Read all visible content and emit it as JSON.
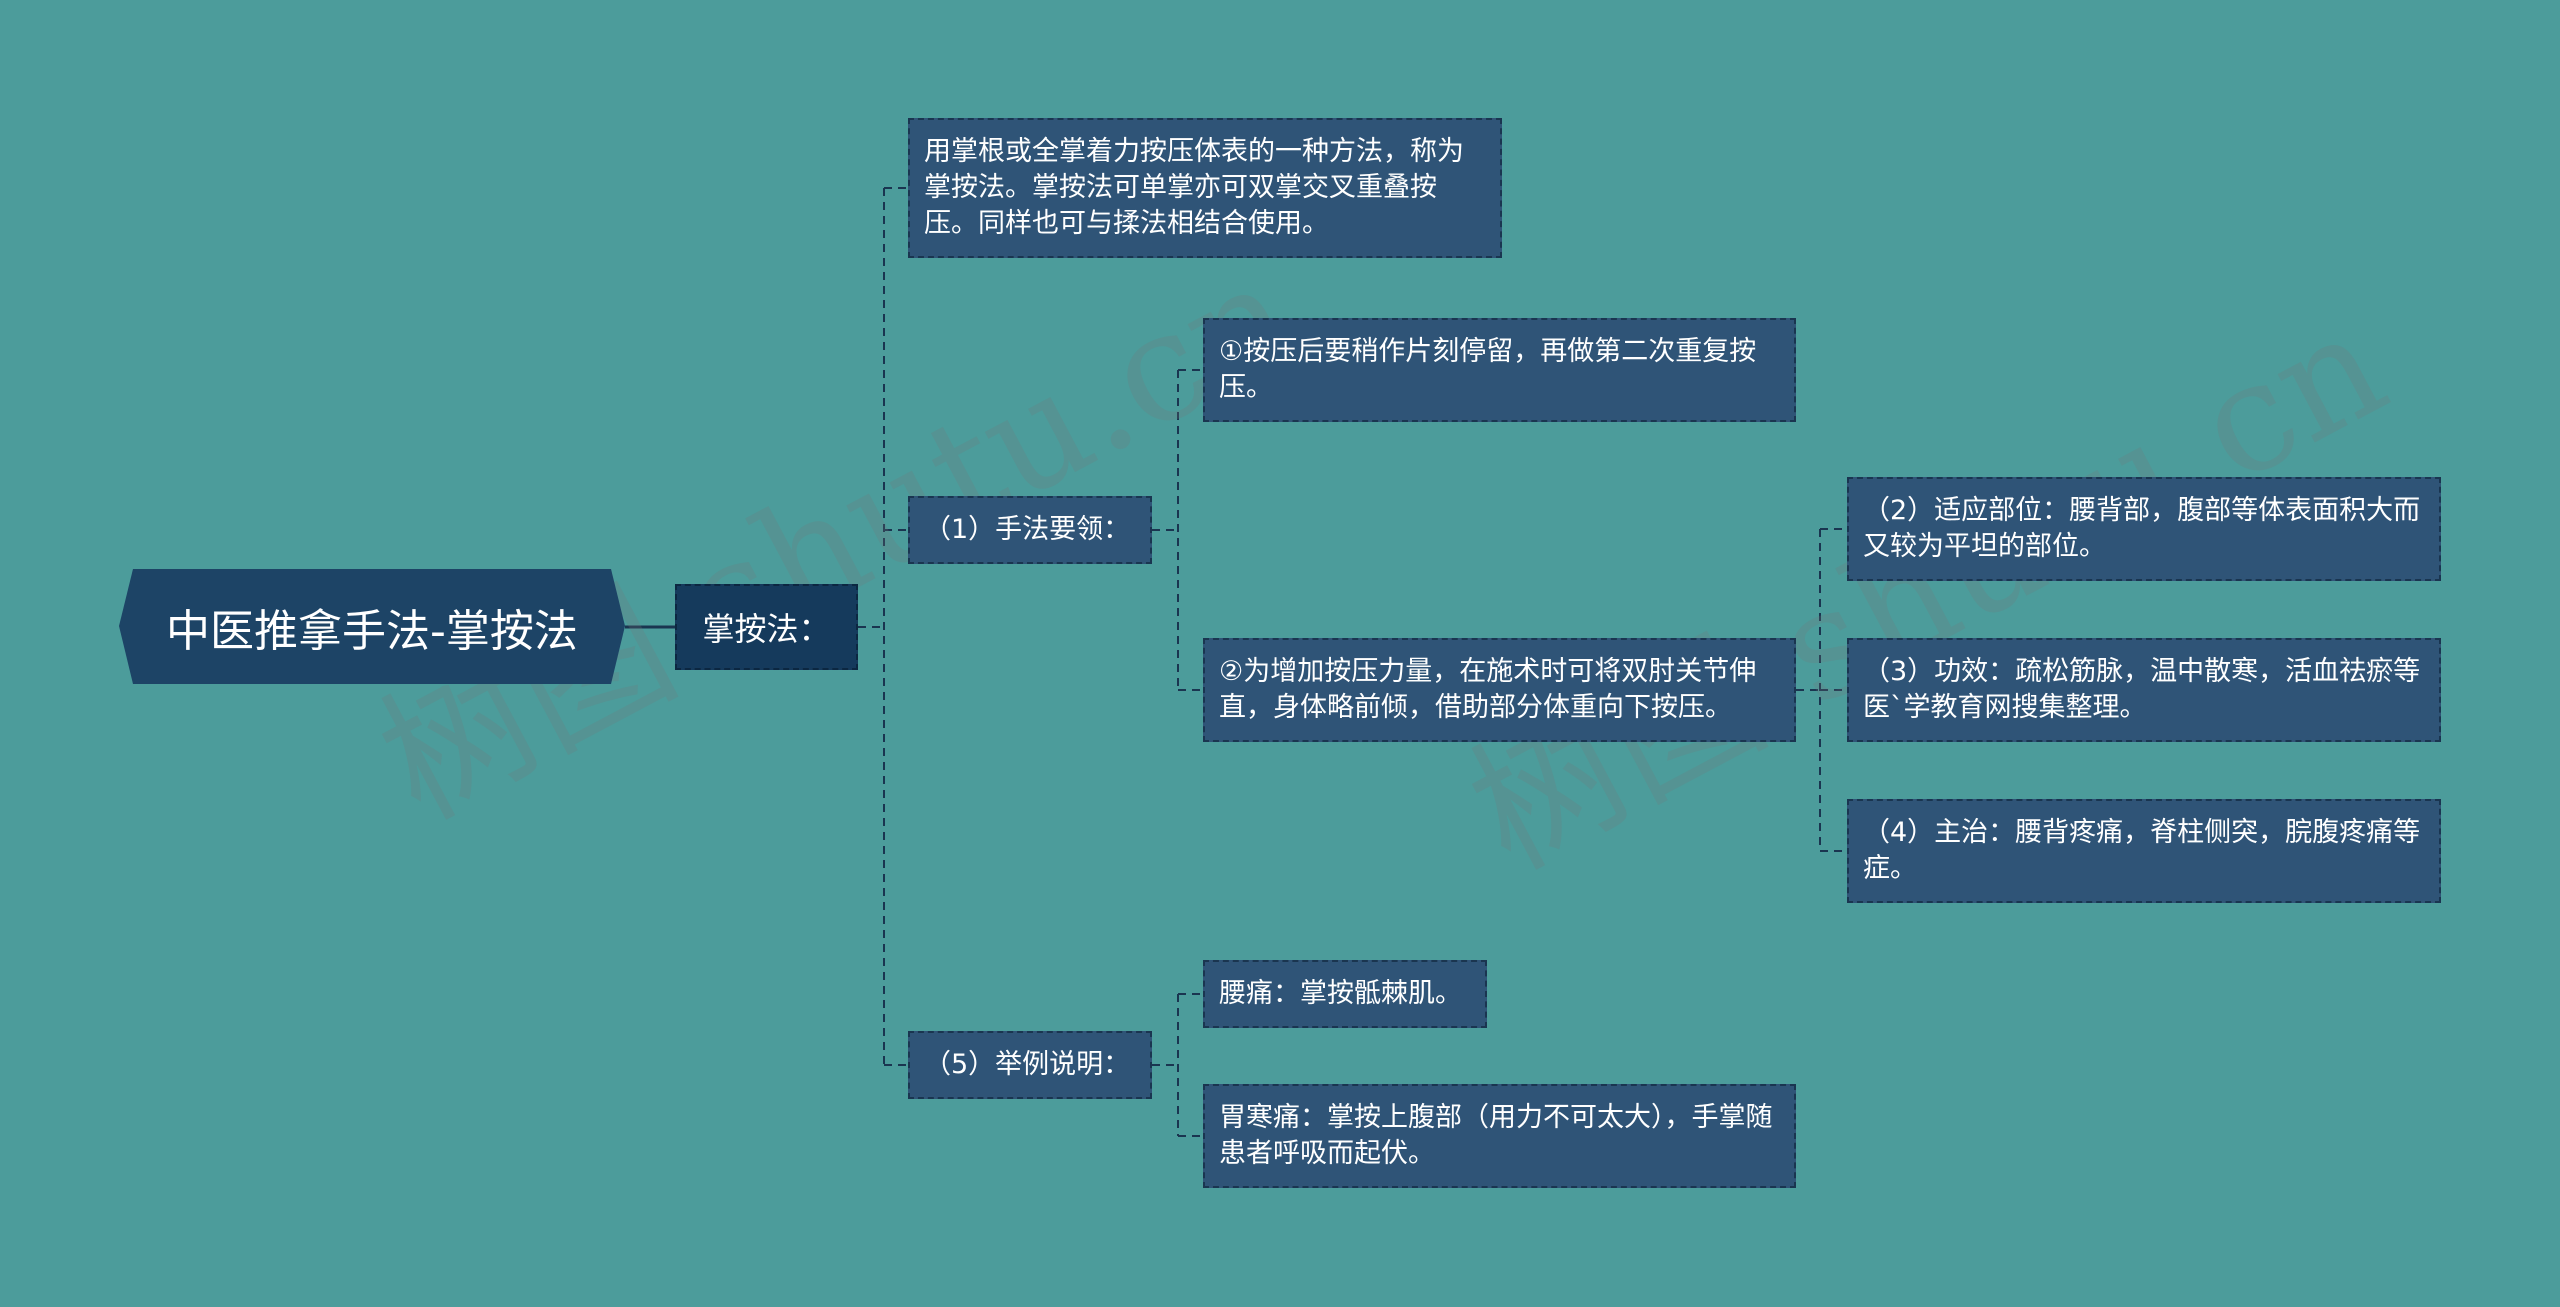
{
  "root": {
    "label": "中医推拿手法-掌按法"
  },
  "level1": {
    "label": "掌按法："
  },
  "branches": {
    "definition": "用掌根或全掌着力按压体表的一种方法，称为掌按法。掌按法可单掌亦可双掌交叉重叠按压。同样也可与揉法相结合使用。",
    "technique": {
      "label": "（1）手法要领：",
      "point1": "①按压后要稍作片刻停留，再做第二次重复按压。",
      "point2": "②为增加按压力量，在施术时可将双肘关节伸直，身体略前倾，借助部分体重向下按压。",
      "details": [
        "（2）适应部位：腰背部，腹部等体表面积大而又较为平坦的部位。",
        "（3）功效：疏松筋脉，温中散寒，活血祛瘀等医`学教育网搜集整理。",
        "（4）主治：腰背疼痛，脊柱侧突，脘腹疼痛等症。"
      ]
    },
    "examples": {
      "label": "（5）举例说明：",
      "items": [
        "腰痛：掌按骶棘肌。",
        "胃寒痛：掌按上腹部（用力不可太大），手掌随患者呼吸而起伏。"
      ]
    }
  },
  "watermark": {
    "text1": "树图 shutu.cn",
    "text2": "树图 shutu.cn"
  },
  "colors": {
    "background": "#4c9c9b",
    "root_fill": "#1d4466",
    "node_fill": "#2f5477",
    "line": "#1a3550"
  }
}
